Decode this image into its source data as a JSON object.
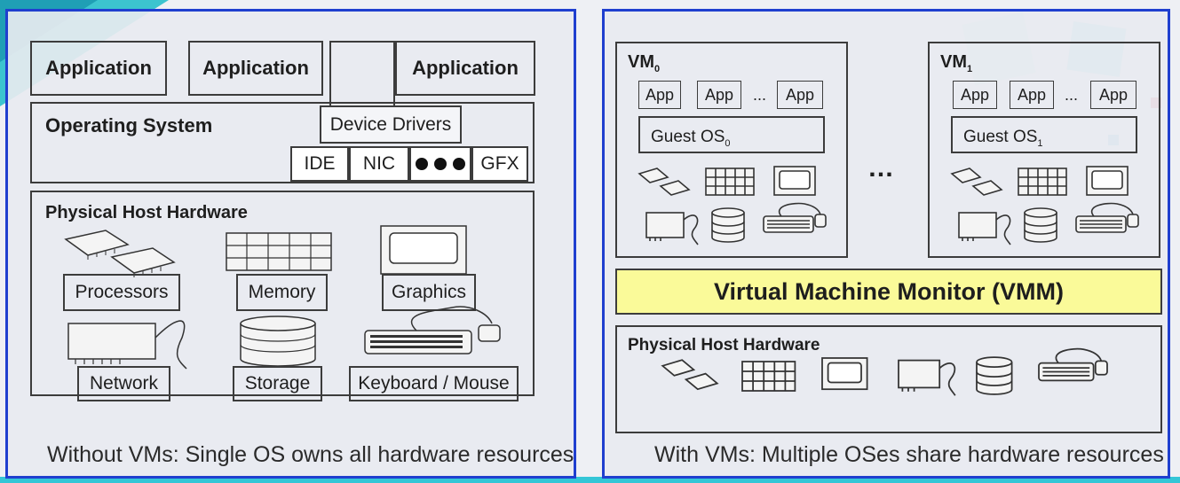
{
  "left": {
    "applications": [
      "Application",
      "Application",
      "Application"
    ],
    "operating_system": "Operating System",
    "device_drivers": "Device Drivers",
    "drivers": [
      "IDE",
      "NIC",
      "GFX"
    ],
    "physical_host_hardware": "Physical Host Hardware",
    "hardware_labels": [
      "Processors",
      "Memory",
      "Graphics",
      "Network",
      "Storage",
      "Keyboard / Mouse"
    ],
    "caption": "Without VMs: Single OS owns all hardware resources"
  },
  "right": {
    "vm0": {
      "name": "VM",
      "sub": "0",
      "apps": [
        "App",
        "App",
        "App"
      ],
      "guest_os": "Guest OS",
      "guest_sub": "0"
    },
    "vm1": {
      "name": "VM",
      "sub": "1",
      "apps": [
        "App",
        "App",
        "App"
      ],
      "guest_os": "Guest OS",
      "guest_sub": "1"
    },
    "ellipsis": "…",
    "small_ellipsis": "...",
    "vmm": "Virtual Machine Monitor (VMM)",
    "physical_host_hardware": "Physical Host Hardware",
    "caption": "With VMs: Multiple OSes share hardware resources"
  },
  "colors": {
    "panel_border": "#1f3fcf",
    "vmm_fill": "#fafa99",
    "accent_cyan": "#38c8d8"
  }
}
